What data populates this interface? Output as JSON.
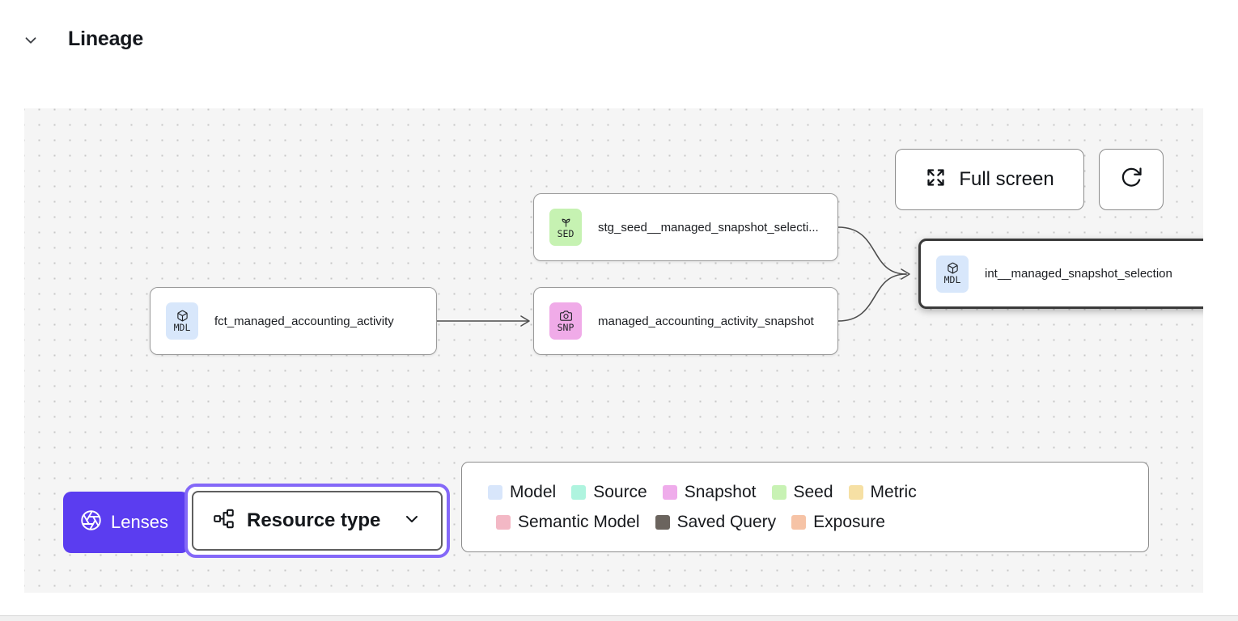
{
  "page": {
    "title": "Lineage"
  },
  "theme": {
    "accent_purple": "#5b3df0",
    "focus_ring_purple": "#8468f8",
    "canvas_background": "#f5f5f5",
    "edge_color": "#4d4d4d"
  },
  "canvas": {
    "toolbar": {
      "fullscreen": "Full screen"
    },
    "nodes": {
      "seed": {
        "abbr": "SED",
        "label": "stg_seed__managed_snapshot_selecti...",
        "color": "#c6f2b2",
        "icon": "seedling-icon"
      },
      "fct": {
        "abbr": "MDL",
        "label": "fct_managed_accounting_activity",
        "color": "#d8e7fb",
        "icon": "cube-icon"
      },
      "snapshot": {
        "abbr": "SNP",
        "label": "managed_accounting_activity_snapshot",
        "color": "#f0abe8",
        "icon": "camera-icon"
      },
      "int": {
        "abbr": "MDL",
        "label": "int__managed_snapshot_selection",
        "color": "#d8e7fb",
        "icon": "cube-icon",
        "selected": true
      }
    },
    "lenses": {
      "label": "Lenses",
      "color": "#5b3df0",
      "icon": "aperture-icon"
    },
    "resource_type": {
      "label": "Resource type",
      "icon": "hierarchy-icon",
      "state": "focused"
    },
    "legend": {
      "items": [
        {
          "label": "Model",
          "color": "#d8e6fb"
        },
        {
          "label": "Source",
          "color": "#aff4df"
        },
        {
          "label": "Snapshot",
          "color": "#efaceb"
        },
        {
          "label": "Seed",
          "color": "#c8f2b4"
        },
        {
          "label": "Metric",
          "color": "#f6e0a4"
        },
        {
          "label": "Semantic Model",
          "color": "#f3b8c5"
        },
        {
          "label": "Saved Query",
          "color": "#6b645e"
        },
        {
          "label": "Exposure",
          "color": "#f6c3a6"
        }
      ]
    }
  }
}
